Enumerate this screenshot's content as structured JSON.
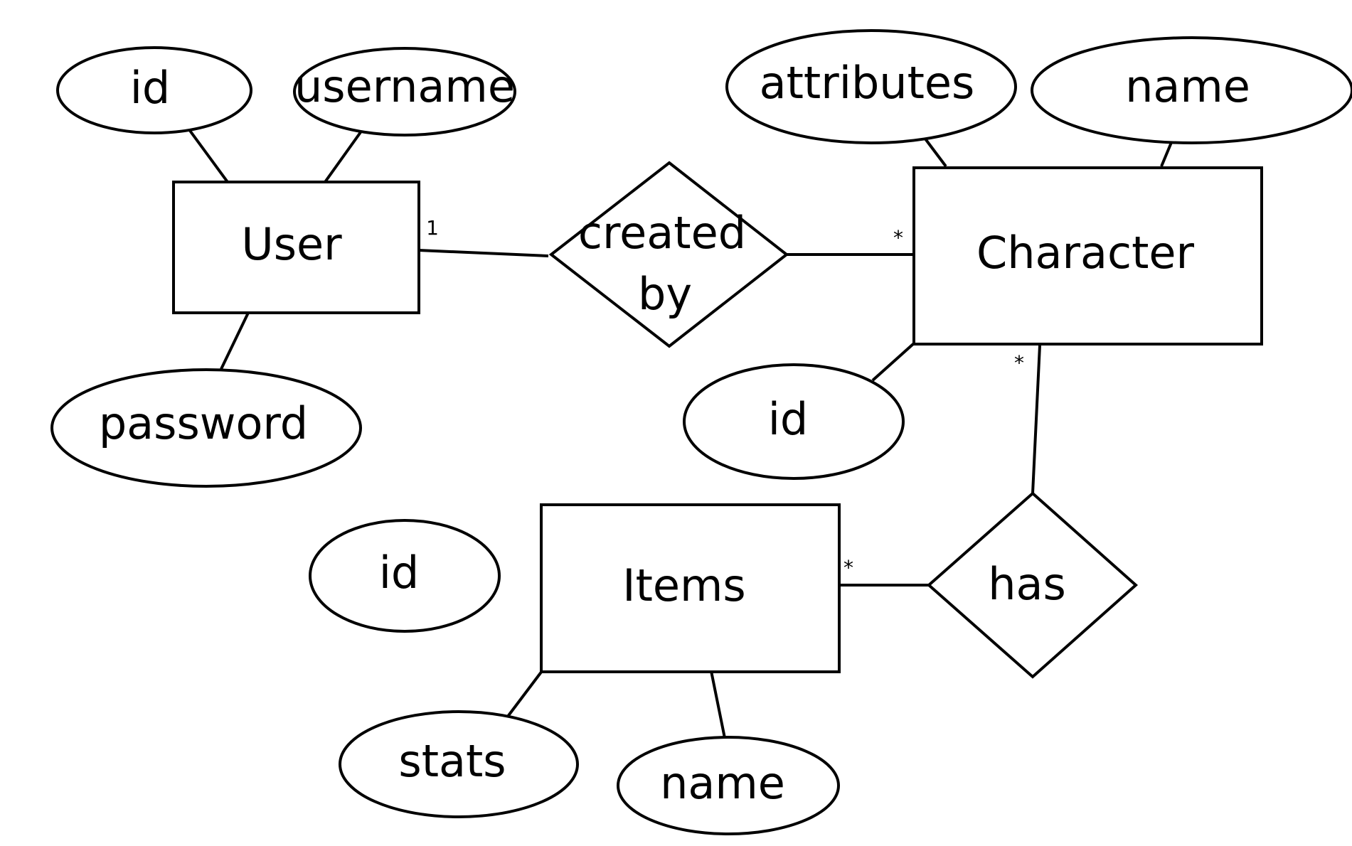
{
  "entities": {
    "user": "User",
    "character": "Character",
    "items": "Items"
  },
  "relationships": {
    "created_by_line1": "created",
    "created_by_line2": "by",
    "has": "has"
  },
  "attributes": {
    "user_id": "id",
    "user_username": "username",
    "user_password": "password",
    "character_attributes": "attributes",
    "character_name": "name",
    "character_id": "id",
    "items_id": "id",
    "items_stats": "stats",
    "items_name": "name"
  },
  "cardinalities": {
    "user_created_by": "1",
    "character_created_by": "*",
    "character_has": "*",
    "items_has": "*"
  }
}
